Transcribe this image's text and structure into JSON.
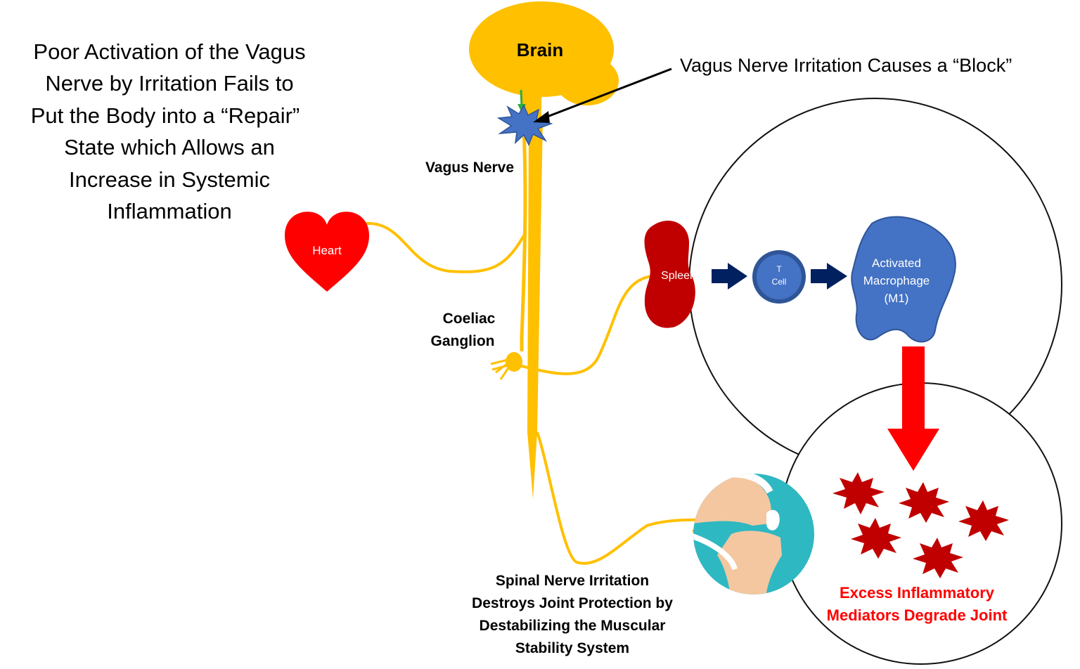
{
  "intro": {
    "lines": [
      "Poor Activation of the Vagus",
      "Nerve by Irritation Fails to",
      "Put the Body into a “Repair”",
      "State which Allows an",
      "Increase in Systemic",
      "Inflammation"
    ]
  },
  "labels": {
    "brain": "Brain",
    "block_callout": "Vagus Nerve Irritation Causes a “Block”",
    "vagus_nerve": "Vagus Nerve",
    "heart": "Heart",
    "coeliac_line1": "Coeliac",
    "coeliac_line2": "Ganglion",
    "spleen": "Spleen",
    "tcell_line1": "T",
    "tcell_line2": "Cell",
    "macrophage_line1": "Activated",
    "macrophage_line2": "Macrophage",
    "macrophage_line3": "(M1)",
    "mediators_line1": "Excess Inflammatory",
    "mediators_line2": "Mediators Degrade Joint",
    "spinal_lines": [
      "Spinal Nerve Irritation",
      "Destroys Joint Protection by",
      "Destabilizing the Muscular",
      "Stability System"
    ]
  },
  "colors": {
    "nerve": "#FFC000",
    "heart": "#FF0000",
    "spleen": "#C00000",
    "immune_blue": "#4472C4",
    "arrow_navy": "#002060",
    "red_arrow": "#FF0000",
    "mediator": "#C00000",
    "block_star": "#4472C4",
    "bone": "#F4C7A0",
    "joint_teal": "#2EB8C2"
  }
}
